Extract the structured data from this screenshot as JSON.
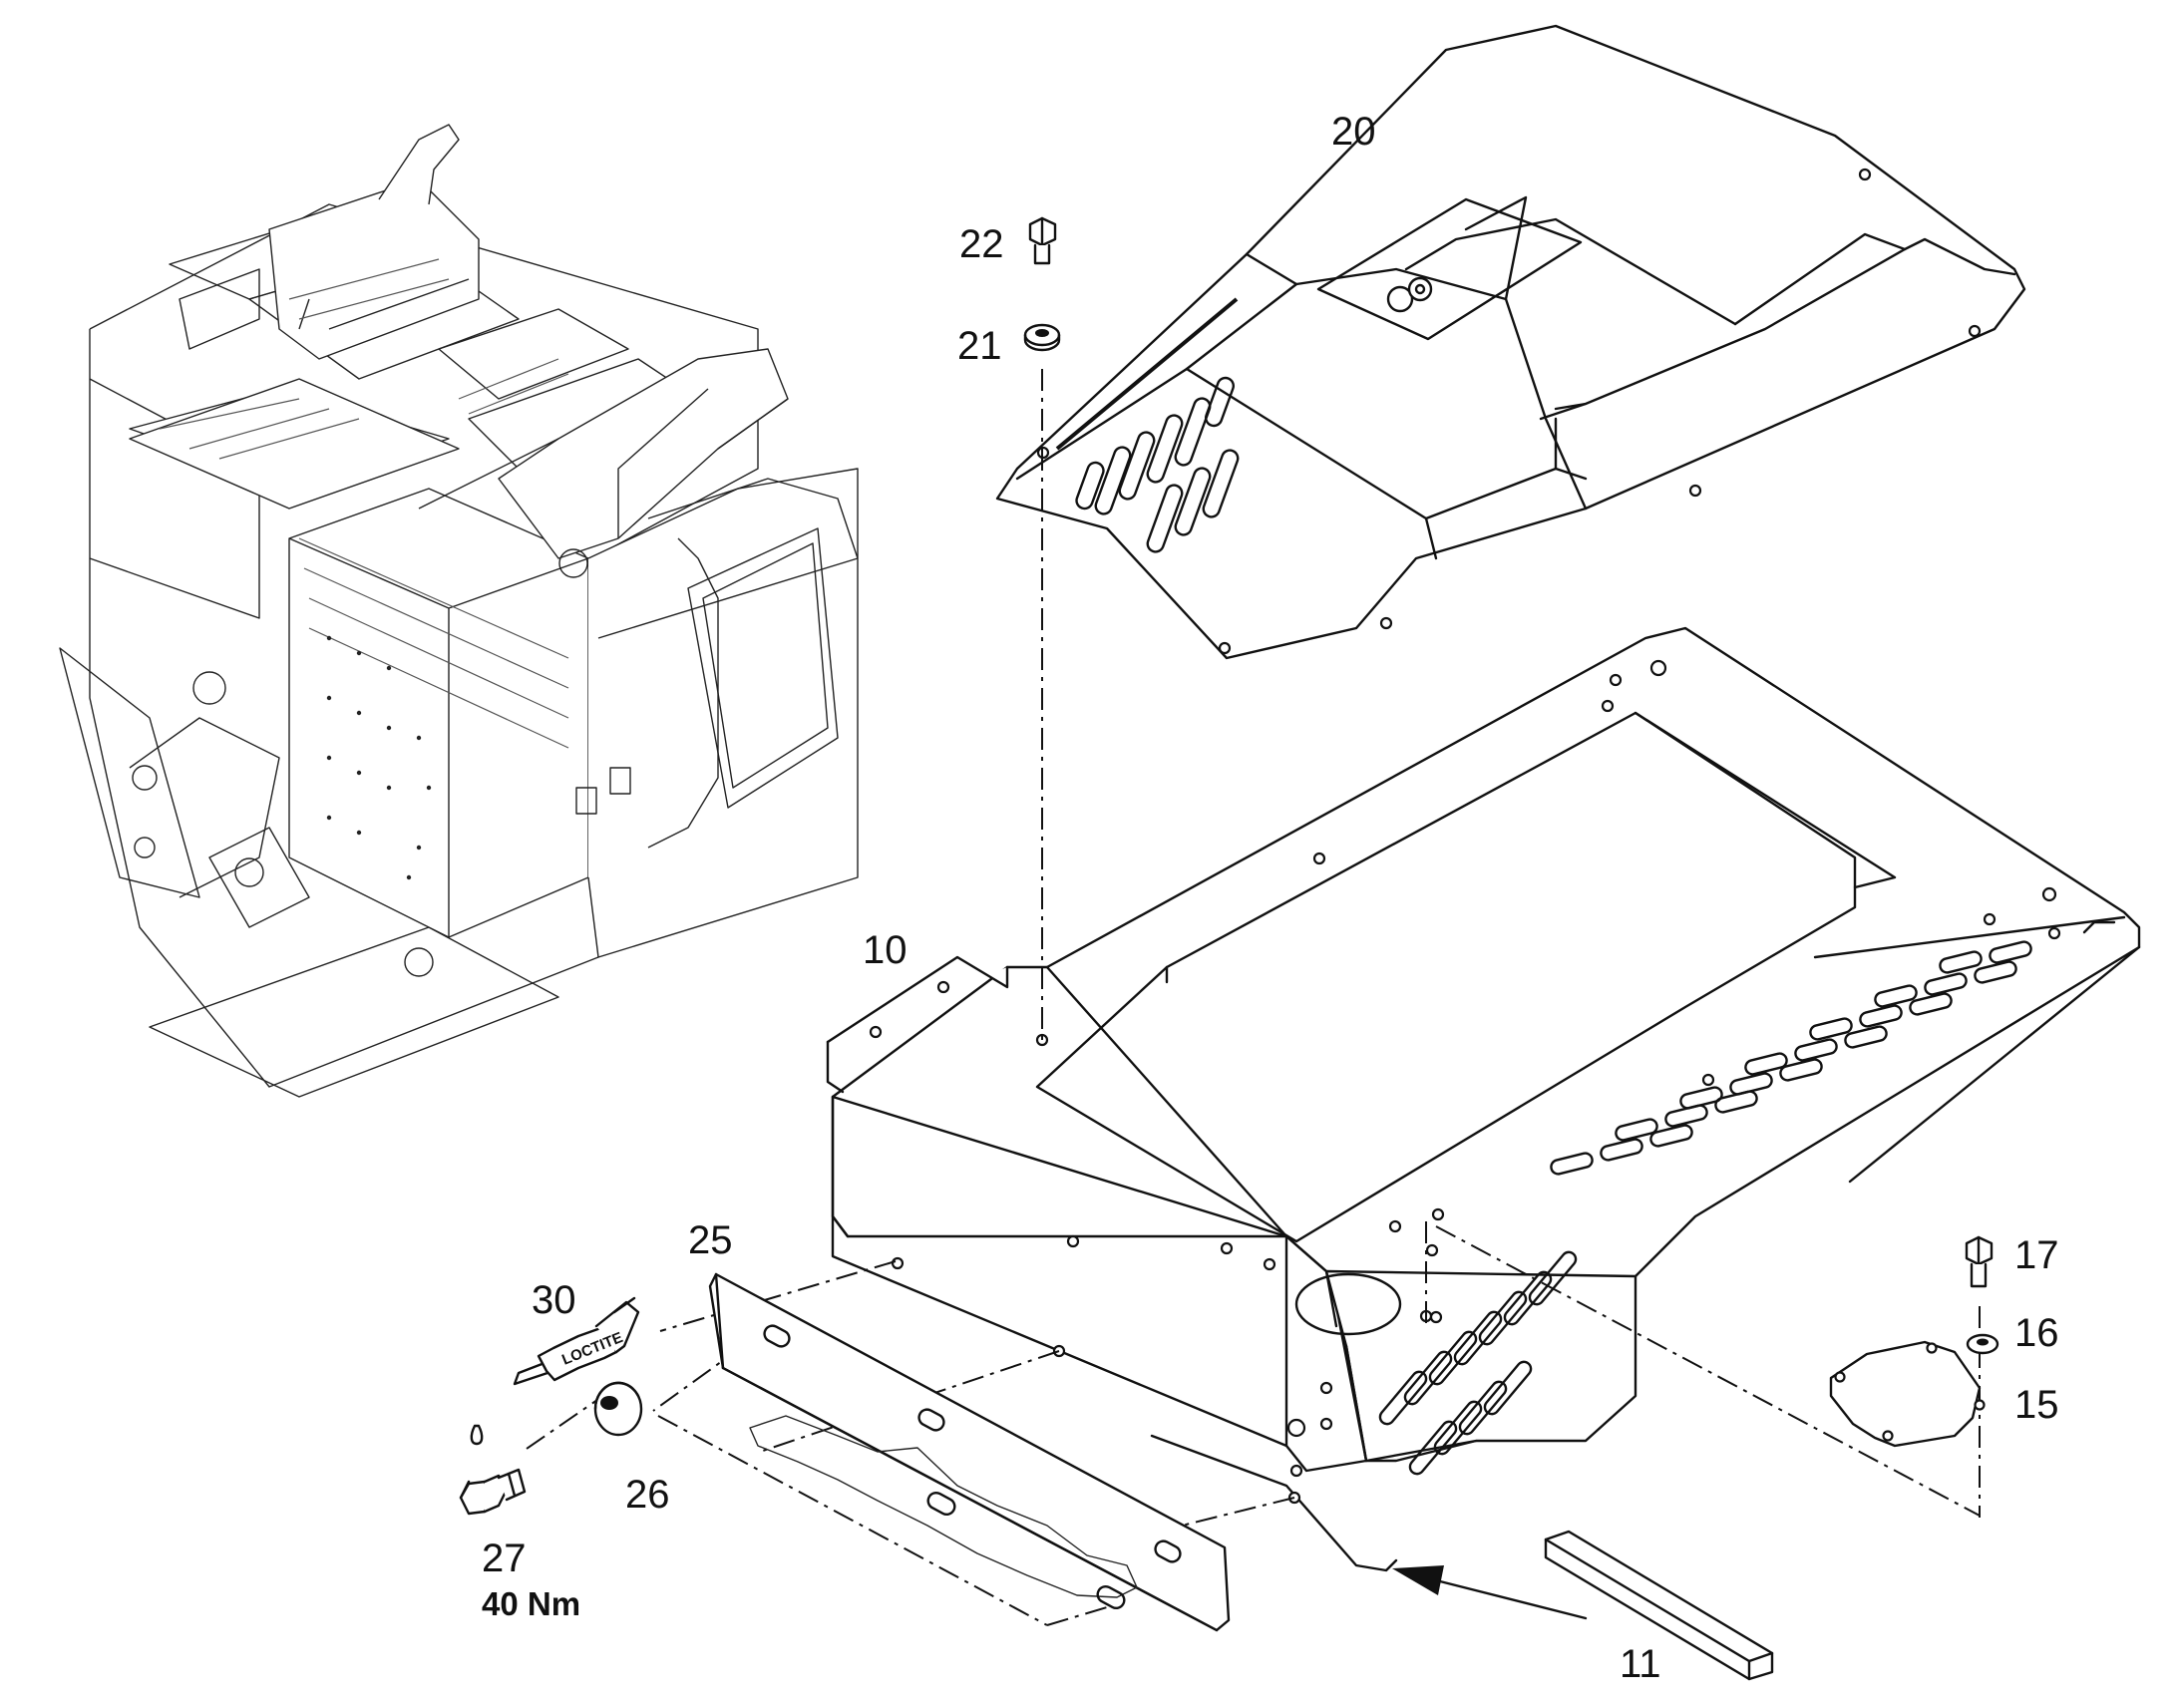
{
  "diagram": {
    "callouts": {
      "c10": "10",
      "c11": "11",
      "c15": "15",
      "c16": "16",
      "c17": "17",
      "c20": "20",
      "c21": "21",
      "c22": "22",
      "c25": "25",
      "c26": "26",
      "c27": "27",
      "c30": "30"
    },
    "torque_label": "40 Nm",
    "tube_brand": "LOCTITE"
  }
}
